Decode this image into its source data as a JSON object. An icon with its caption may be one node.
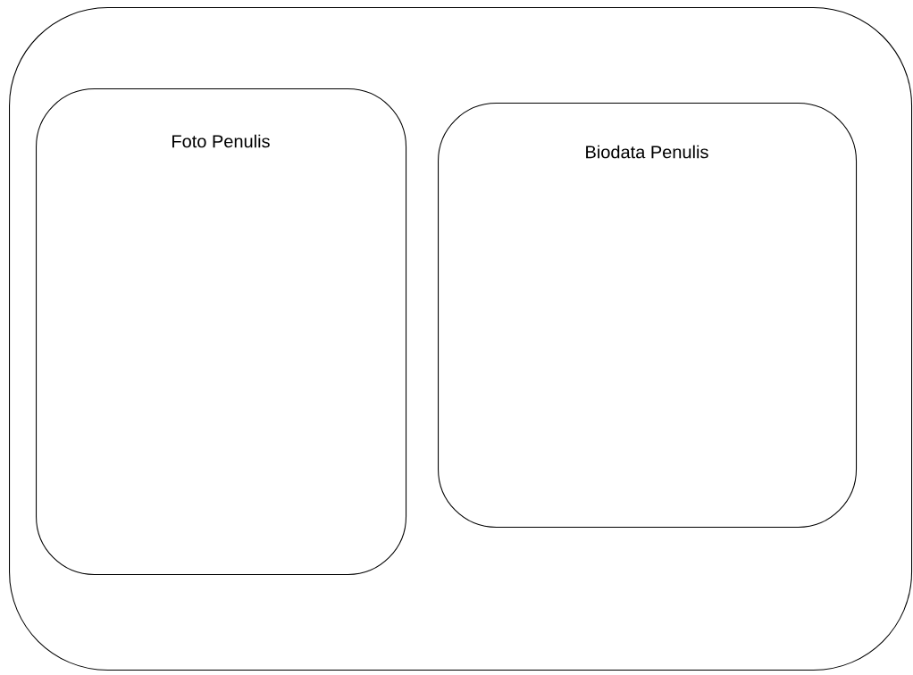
{
  "diagram": {
    "nodes": [
      {
        "text": [],
        "shape": "box"
      },
      {
        "text": [
          "Foto Penulis"
        ],
        "in": 0
      },
      {
        "text": [
          "Biodata Penulis"
        ],
        "in": 0
      }
    ]
  }
}
